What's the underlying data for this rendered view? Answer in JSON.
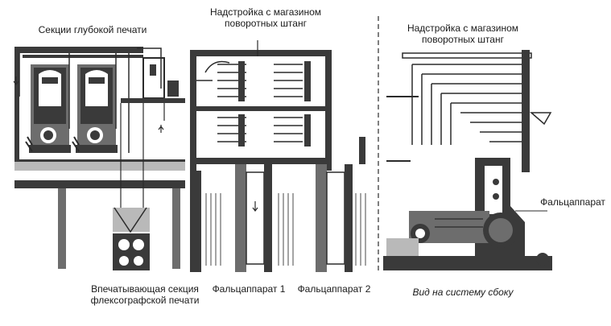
{
  "labels": {
    "gravure_sections": "Секции глубокой печати",
    "superstructure_front": "Надстройка с магазином\nповоротных штанг",
    "superstructure_side": "Надстройка с магазином\nповоротных штанг",
    "flexo_section": "Впечатывающая секция\nфлексографской печати",
    "folder_1": "Фальцаппарат 1",
    "folder_2": "Фальцаппарат 2",
    "folder_side": "Фальцаппарат",
    "side_view": "Вид на систему сбоку"
  }
}
